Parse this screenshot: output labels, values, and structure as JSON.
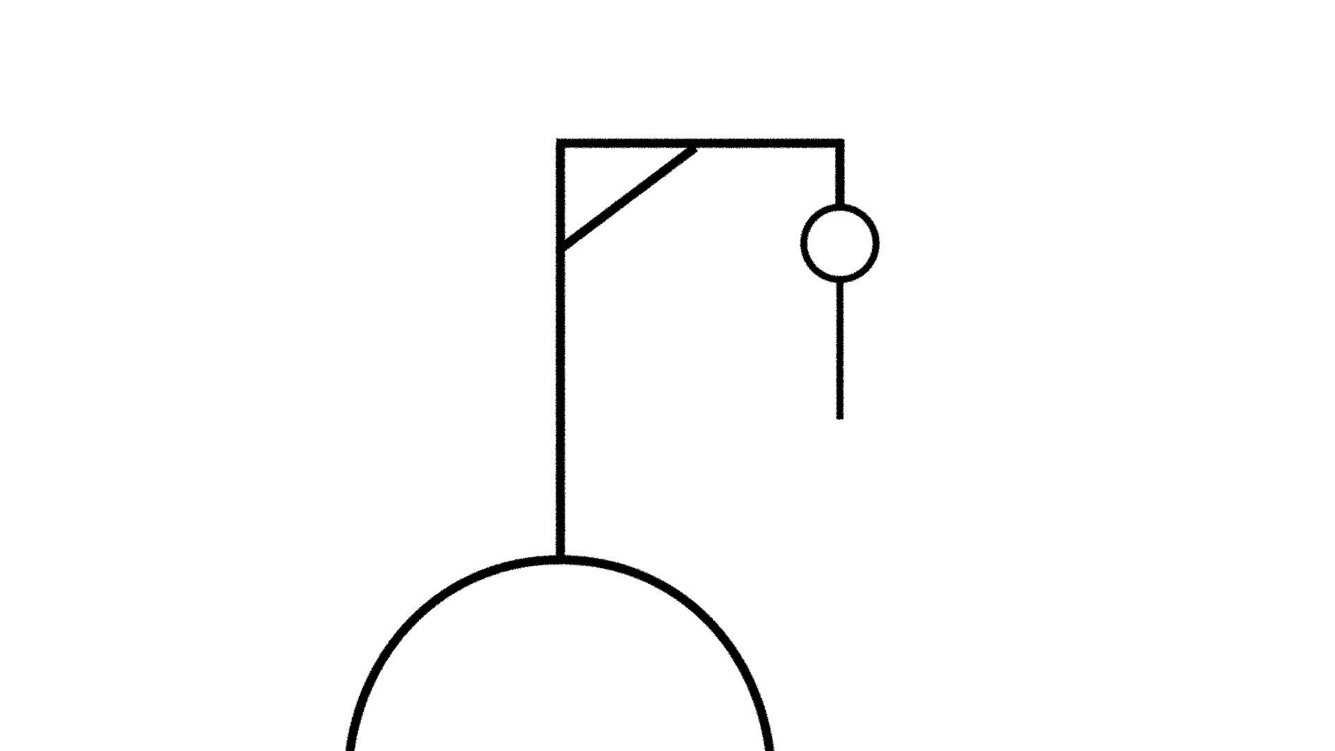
{
  "game": {
    "name": "hangman",
    "ink_color": "#000000",
    "background_color": "#ffffff",
    "gallows": {
      "parts": [
        "mound",
        "post",
        "beam",
        "brace",
        "rope"
      ]
    },
    "figure": {
      "parts_shown": [
        "head",
        "body"
      ],
      "parts_hidden": [
        "left-arm",
        "right-arm",
        "left-leg",
        "right-leg"
      ],
      "parts_shown_count": 2
    }
  }
}
